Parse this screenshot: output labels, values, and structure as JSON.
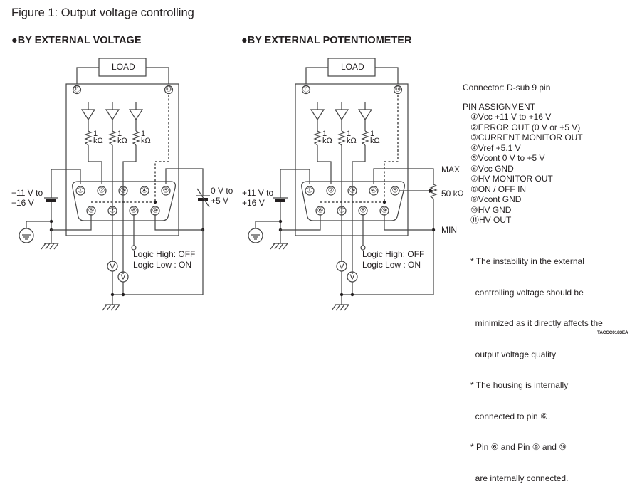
{
  "figure_title": "Figure 1: Output voltage controlling",
  "diagrams": [
    {
      "id": "external-voltage",
      "title": "●BY EXTERNAL VOLTAGE",
      "load_label": "LOAD",
      "top_pins": [
        "⑪",
        "⑩"
      ],
      "connector_top_pins": [
        "①",
        "②",
        "③",
        "④",
        "⑤"
      ],
      "connector_bottom_pins": [
        "⑥",
        "⑦",
        "⑧",
        "⑨"
      ],
      "resistor_labels": [
        {
          "value": "1",
          "unit": "kΩ"
        },
        {
          "value": "1",
          "unit": "kΩ"
        },
        {
          "value": "1",
          "unit": "kΩ"
        }
      ],
      "supply_label_line1": "+11 V to",
      "supply_label_line2": "+16 V",
      "control_label_line1": "0 V to",
      "control_label_line2": "+5 V",
      "logic_high": "Logic High: OFF",
      "logic_low": "Logic Low : ON",
      "meter_label": "V"
    },
    {
      "id": "external-potentiometer",
      "title": "●BY EXTERNAL POTENTIOMETER",
      "load_label": "LOAD",
      "top_pins": [
        "⑪",
        "⑩"
      ],
      "connector_top_pins": [
        "①",
        "②",
        "③",
        "④",
        "⑤"
      ],
      "connector_bottom_pins": [
        "⑥",
        "⑦",
        "⑧",
        "⑨"
      ],
      "resistor_labels": [
        {
          "value": "1",
          "unit": "kΩ"
        },
        {
          "value": "1",
          "unit": "kΩ"
        },
        {
          "value": "1",
          "unit": "kΩ"
        }
      ],
      "supply_label_line1": "+11 V to",
      "supply_label_line2": "+16 V",
      "pot_max": "MAX",
      "pot_value": "50 kΩ",
      "pot_min": "MIN",
      "logic_high": "Logic High: OFF",
      "logic_low": "Logic Low : ON",
      "meter_label": "V"
    }
  ],
  "info": {
    "connector": "Connector: D-sub 9 pin",
    "pin_assignment_title": "PIN ASSIGNMENT",
    "pins": [
      "①Vcc +11 V to +16 V",
      "②ERROR OUT (0 V or +5 V)",
      "③CURRENT MONITOR OUT",
      "④Vref +5.1 V",
      "⑤Vcont 0 V to +5 V",
      "⑥Vcc GND",
      "⑦HV MONITOR OUT",
      "⑧ON / OFF IN",
      "⑨Vcont GND",
      "⑩HV GND",
      "⑪HV OUT"
    ],
    "notes": [
      [
        "* The instability in the external",
        "  controlling voltage should be",
        "  minimized as it directly affects the",
        "  output voltage quality"
      ],
      [
        "* The housing is internally",
        "  connected to pin ⑥."
      ],
      [
        "* Pin ⑥ and Pin ⑨ and ⑩",
        "  are internally connected."
      ]
    ]
  },
  "figure_code": "TACCC0183EA"
}
